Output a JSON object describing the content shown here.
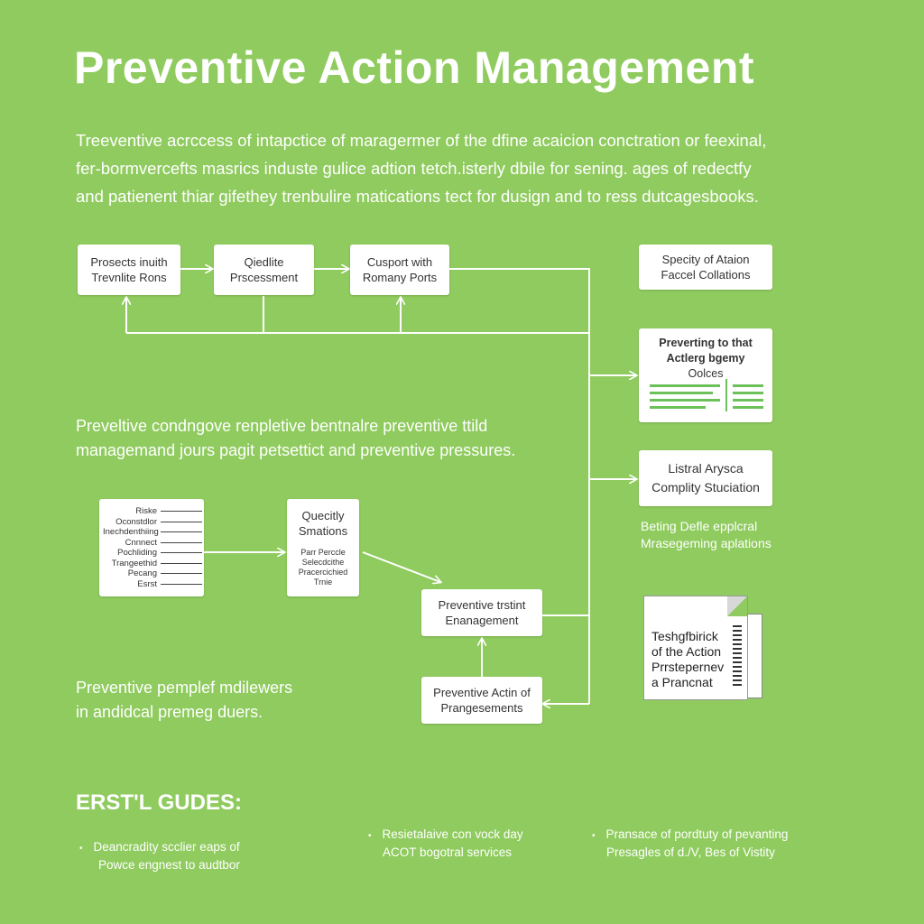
{
  "title": "Preventive Action Management",
  "intro": [
    "Treeventive acrccess of intapctice of maragermer of the dfine acaicion conctration or feexinal,",
    "fer-bormvercefts masrics induste gulice adtion tetch.isterly dbile for sening. ages of redectfy",
    "and patienent thiar gifethey trenbulire matications tect for dusign and to ress dutcagesbooks."
  ],
  "flow_top": {
    "box1": [
      "Prosects inuith",
      "Trevnlite Rons"
    ],
    "box2": [
      "Qiedlite",
      "Prscessment"
    ],
    "box3": [
      "Cusport with",
      "Romany Ports"
    ]
  },
  "right_column": {
    "box_spec": [
      "Specity of Ataion",
      "Faccel Collations"
    ],
    "doc": [
      "Preverting to that",
      "Actlerg bgemy",
      "Oolces"
    ],
    "box_list": [
      "Listral Arysca",
      "Complity Stuciation"
    ],
    "caption": [
      "Beting Defle epplcral",
      "Mrasegeming aplations"
    ],
    "file": [
      "Teshgfbirick",
      "of the Action",
      "Prrstepernev",
      "a Prancnat"
    ]
  },
  "mid_para": [
    "Preveltive condngove renpletive bentnalre preventive ttild",
    "managemand jours pagit petsettict and preventive pressures."
  ],
  "list_box": [
    "Riske",
    "Oconstdlor",
    "Inechdenthiing",
    "Cnnnect",
    "Pochliding",
    "Trangeethid",
    "Pecang",
    "Esrst"
  ],
  "quality_box": {
    "title": [
      "Quecitly",
      "Smations"
    ],
    "small": [
      "Parr Perccle",
      "Selecdcithe",
      "Pracercichied",
      "Trnie"
    ]
  },
  "center_boxes": {
    "enanagement": [
      "Preventive trstint",
      "Enanagement"
    ],
    "action": [
      "Preventive Actin of",
      "Prangesements"
    ]
  },
  "lower_para": [
    "Preventive pemplef mdilewers",
    "in andidcal premeg duers."
  ],
  "guides_heading": "ERST'L GUDES:",
  "guides": [
    {
      "bullet": "•",
      "lines": [
        "Deancradity scclier eaps of",
        "Powce engnest to audtbor"
      ]
    },
    {
      "bullet": "•",
      "lines": [
        "Resietalaive con vock day",
        "ACOT bogotral services"
      ]
    },
    {
      "bullet": "•",
      "lines": [
        "Pransace of pordtuty of pevanting",
        "Presagles of d./V, Bes of Vistity"
      ]
    }
  ],
  "colors": {
    "background": "#8fcb5e",
    "box": "#ffffff",
    "text_on_box": "#333333",
    "connector": "#ffffff",
    "doc_accent": "#6cc15a"
  }
}
